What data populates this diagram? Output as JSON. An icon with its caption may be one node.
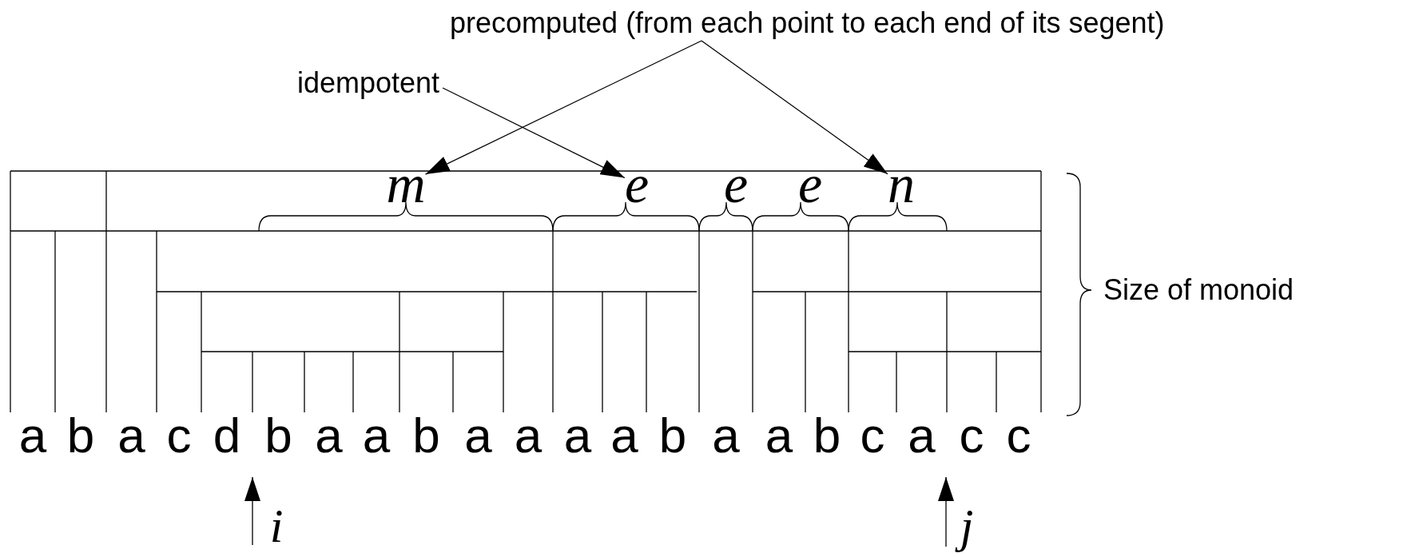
{
  "diagram": {
    "nodes": [
      {
        "text": [
          "precomputed (from each point to each end of its segent)"
        ]
      },
      {
        "text": [
          "idempotent"
        ]
      },
      {
        "text": [
          "m"
        ]
      },
      {
        "text": [
          "e"
        ]
      },
      {
        "text": [
          "e"
        ]
      },
      {
        "text": [
          "e"
        ]
      },
      {
        "text": [
          "n"
        ]
      },
      {
        "text": [
          "i"
        ]
      },
      {
        "text": [
          "j"
        ]
      }
    ],
    "edges": [
      {
        "from": 0,
        "to": 2,
        "arrow": "to"
      },
      {
        "from": 0,
        "to": 6,
        "arrow": "to"
      },
      {
        "from": 1,
        "to": 3,
        "arrow": "to"
      },
      {
        "from": 7,
        "to": null,
        "arrow": "to"
      },
      {
        "from": 8,
        "to": null,
        "arrow": "to"
      }
    ],
    "labels": [
      "a",
      "b",
      "a",
      "c",
      "d",
      "b",
      "a",
      "a",
      "b",
      "a",
      "a",
      "a",
      "a",
      "b",
      "a",
      "a",
      "b",
      "c",
      "a",
      "c",
      "c",
      "Size of monoid"
    ]
  }
}
